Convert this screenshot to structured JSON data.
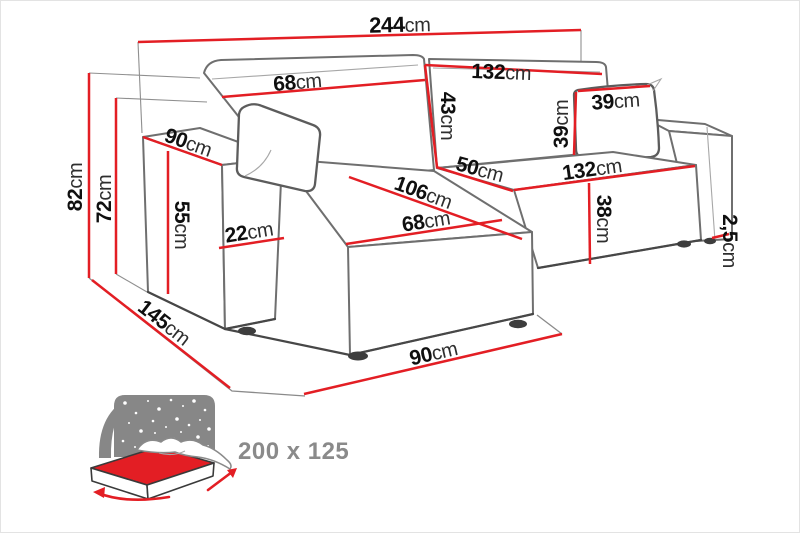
{
  "dimensions": {
    "total_width": {
      "value": "244",
      "unit": "cm"
    },
    "backrest_left_width": {
      "value": "68",
      "unit": "cm"
    },
    "backrest_right_width": {
      "value": "132",
      "unit": "cm"
    },
    "backrest_height": {
      "value": "43",
      "unit": "cm"
    },
    "pillow_width": {
      "value": "39",
      "unit": "cm"
    },
    "pillow_height": {
      "value": "39",
      "unit": "cm"
    },
    "armrest_depth": {
      "value": "90",
      "unit": "cm"
    },
    "total_height": {
      "value": "82",
      "unit": "cm"
    },
    "back_height": {
      "value": "72",
      "unit": "cm"
    },
    "armrest_height": {
      "value": "55",
      "unit": "cm"
    },
    "armrest_width": {
      "value": "22",
      "unit": "cm"
    },
    "chaise_length": {
      "value": "106",
      "unit": "cm"
    },
    "seat_depth": {
      "value": "50",
      "unit": "cm"
    },
    "chaise_width": {
      "value": "68",
      "unit": "cm"
    },
    "seat_front_width": {
      "value": "132",
      "unit": "cm"
    },
    "seat_height": {
      "value": "38",
      "unit": "cm"
    },
    "leg_height": {
      "value": "2,5",
      "unit": "cm"
    },
    "total_depth": {
      "value": "145",
      "unit": "cm"
    },
    "base_front_width": {
      "value": "90",
      "unit": "cm"
    }
  },
  "sleeping_area": {
    "size_label": "200 x 125"
  },
  "colors": {
    "dimension_line": "#e31e24",
    "label_text": "#0f0f0f",
    "sofa_outline": "#6f6f6f",
    "icon_gray": "#878787"
  }
}
